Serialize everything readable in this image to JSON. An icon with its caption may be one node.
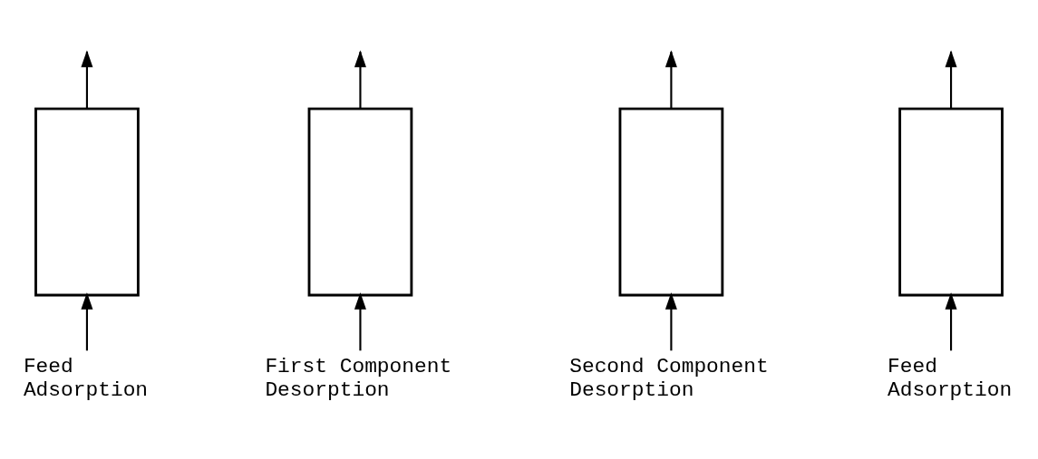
{
  "diagram": {
    "nodes": [
      {
        "text": [],
        "shape": "box"
      },
      {
        "text": [],
        "shape": "box"
      },
      {
        "text": [],
        "shape": "box"
      },
      {
        "text": [],
        "shape": "box"
      },
      {
        "text": [
          "Feed Adsorption"
        ]
      },
      {
        "text": [
          "First Component Desorption"
        ]
      },
      {
        "text": [
          "Second Component Desorption"
        ]
      },
      {
        "text": [
          "Feed Adsorption"
        ]
      }
    ],
    "edges": [
      {
        "from": 4,
        "to": 0,
        "arrow": "to"
      },
      {
        "from": 0,
        "to": null,
        "arrow": "to"
      },
      {
        "from": 5,
        "to": 1,
        "arrow": "to"
      },
      {
        "from": 1,
        "to": null,
        "arrow": "to"
      },
      {
        "from": 6,
        "to": 2,
        "arrow": "to"
      },
      {
        "from": 2,
        "to": null,
        "arrow": "to"
      },
      {
        "from": 7,
        "to": 3,
        "arrow": "to"
      },
      {
        "from": 3,
        "to": null,
        "arrow": "to"
      }
    ]
  }
}
